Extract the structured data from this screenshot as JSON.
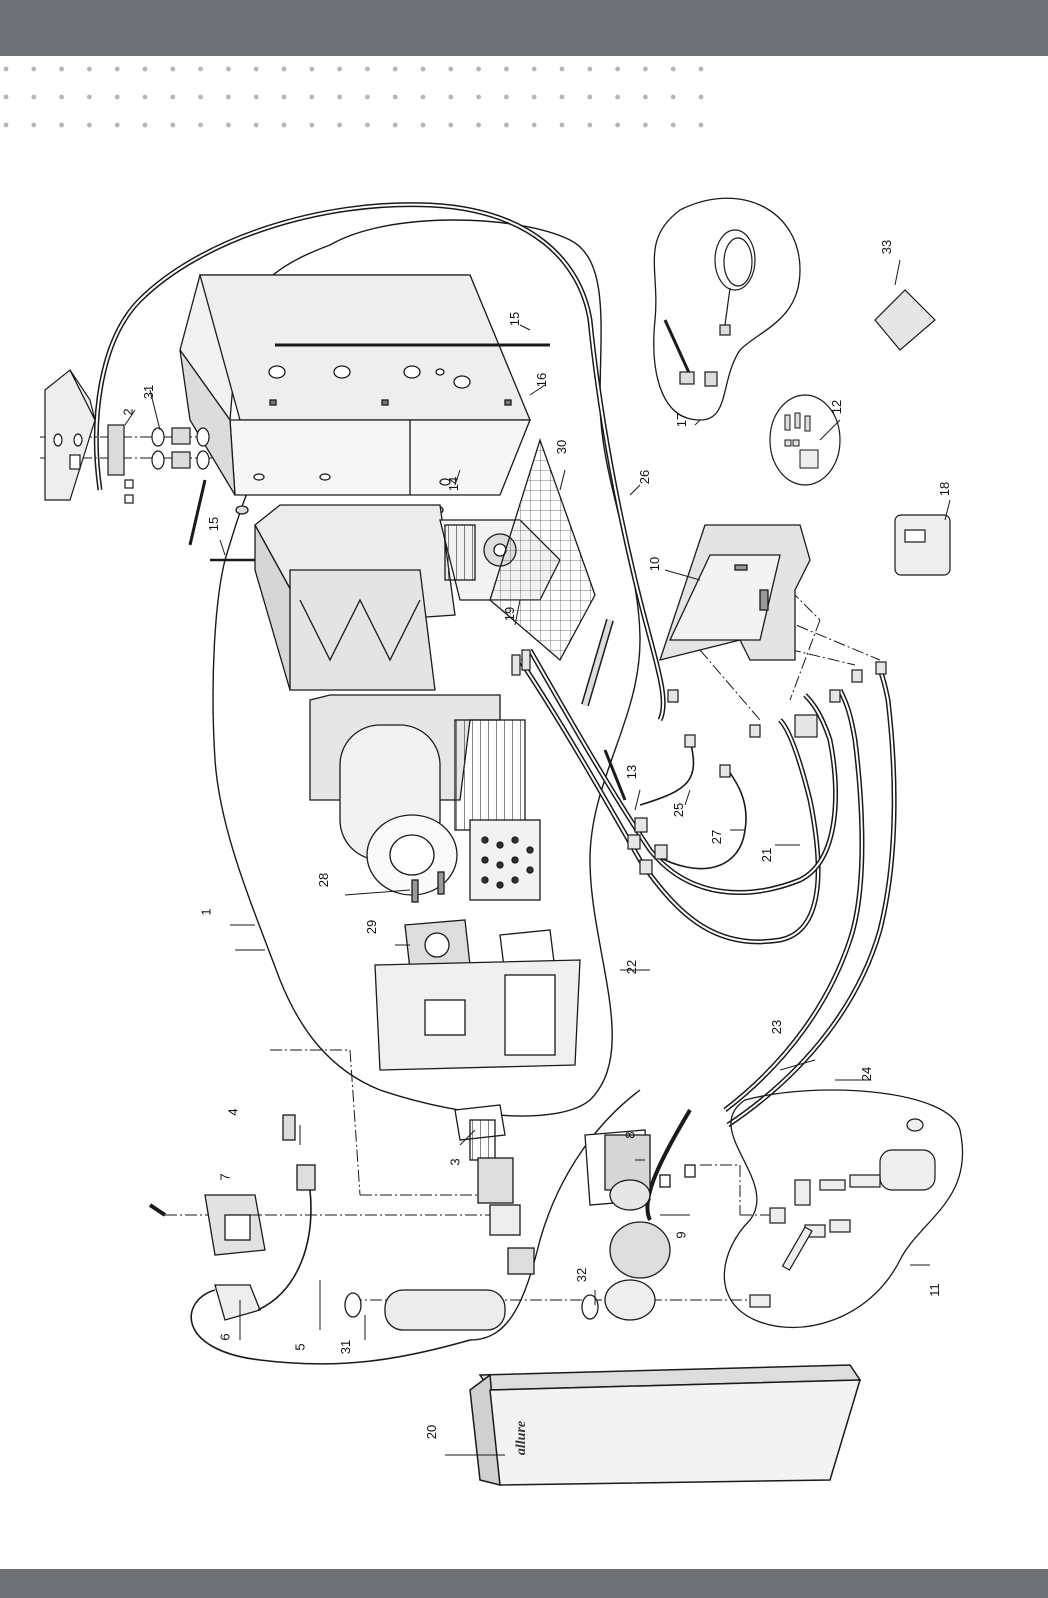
{
  "labels": {
    "n1": "1",
    "n2": "2",
    "n3": "3",
    "n4": "4",
    "n5": "5",
    "n6": "6",
    "n7": "7",
    "n8": "8",
    "n9": "9",
    "n10": "10",
    "n11": "11",
    "n12": "12",
    "n13": "13",
    "n14": "14",
    "n15a": "15",
    "n15b": "15",
    "n16": "16",
    "n17": "17",
    "n18": "18",
    "n19": "19",
    "n20": "20",
    "n21": "21",
    "n22": "22",
    "n23": "23",
    "n24": "24",
    "n25": "25",
    "n26": "26",
    "n27": "27",
    "n28": "28",
    "n29": "29",
    "n30": "30",
    "n31a": "31",
    "n31b": "31",
    "n32": "32",
    "n33": "33"
  },
  "panel_brand": "allure",
  "colors": {
    "bar": "#707176",
    "dots": "#b5b6ba",
    "line": "#1a1a1a",
    "fill_light": "#f2f2f2",
    "fill_mid": "#d9d9d9",
    "fill_dark": "#bdbdbd"
  }
}
